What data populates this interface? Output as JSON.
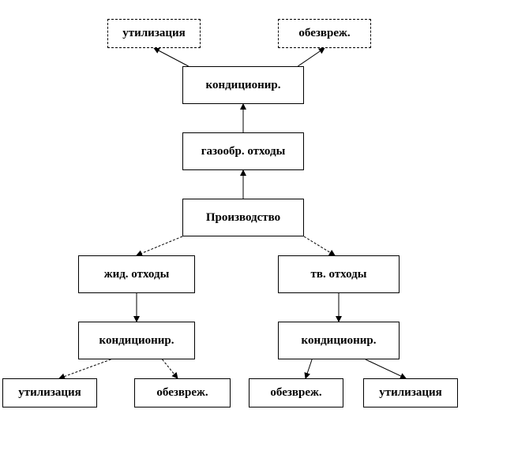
{
  "nodes": {
    "util_top": "утилизация",
    "obez_top": "обезвреж.",
    "cond_top": "кондиционир.",
    "gas": "газообр. отходы",
    "prod": "Производство",
    "liquid": "жид. отходы",
    "solid": "тв. отходы",
    "cond_left": "кондиционир.",
    "cond_right": "кондиционир.",
    "util_bl": "утилизация",
    "obez_bl": "обезвреж.",
    "obez_br": "обезвреж.",
    "util_br": "утилизация"
  },
  "edges": [
    {
      "from": "prod",
      "to": "gas",
      "style": "solid"
    },
    {
      "from": "gas",
      "to": "cond_top",
      "style": "solid"
    },
    {
      "from": "cond_top",
      "to": "util_top",
      "style": "solid"
    },
    {
      "from": "cond_top",
      "to": "obez_top",
      "style": "solid"
    },
    {
      "from": "prod",
      "to": "liquid",
      "style": "dashed"
    },
    {
      "from": "prod",
      "to": "solid",
      "style": "dashed"
    },
    {
      "from": "liquid",
      "to": "cond_left",
      "style": "solid"
    },
    {
      "from": "solid",
      "to": "cond_right",
      "style": "solid"
    },
    {
      "from": "cond_left",
      "to": "util_bl",
      "style": "dashed"
    },
    {
      "from": "cond_left",
      "to": "obez_bl",
      "style": "dashed"
    },
    {
      "from": "cond_right",
      "to": "obez_br",
      "style": "solid"
    },
    {
      "from": "cond_right",
      "to": "util_br",
      "style": "solid"
    }
  ],
  "colors": {
    "line": "#000000",
    "box_border": "#000000",
    "background": "#ffffff"
  }
}
